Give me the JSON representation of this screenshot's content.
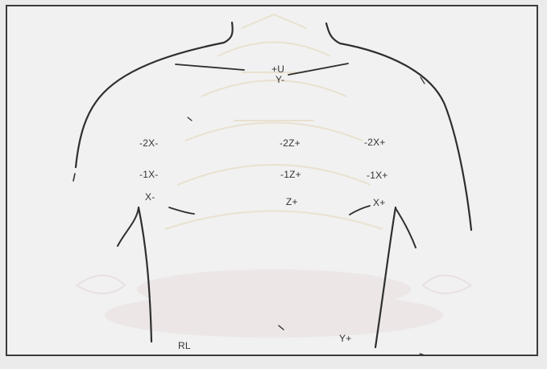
{
  "diagram": {
    "labels": {
      "top_center_upper": "+U",
      "top_center_lower": "Y-",
      "left_top": "-2X-",
      "center_top": "-2Z+",
      "right_top": "-2X+",
      "left_middle": "-1X-",
      "center_middle": "-1Z+",
      "right_middle": "-1X+",
      "left_lower": "X-",
      "center_lower": "Z+",
      "right_lower": "X+",
      "bottom_left": "RL",
      "bottom_right": "Y+"
    }
  }
}
